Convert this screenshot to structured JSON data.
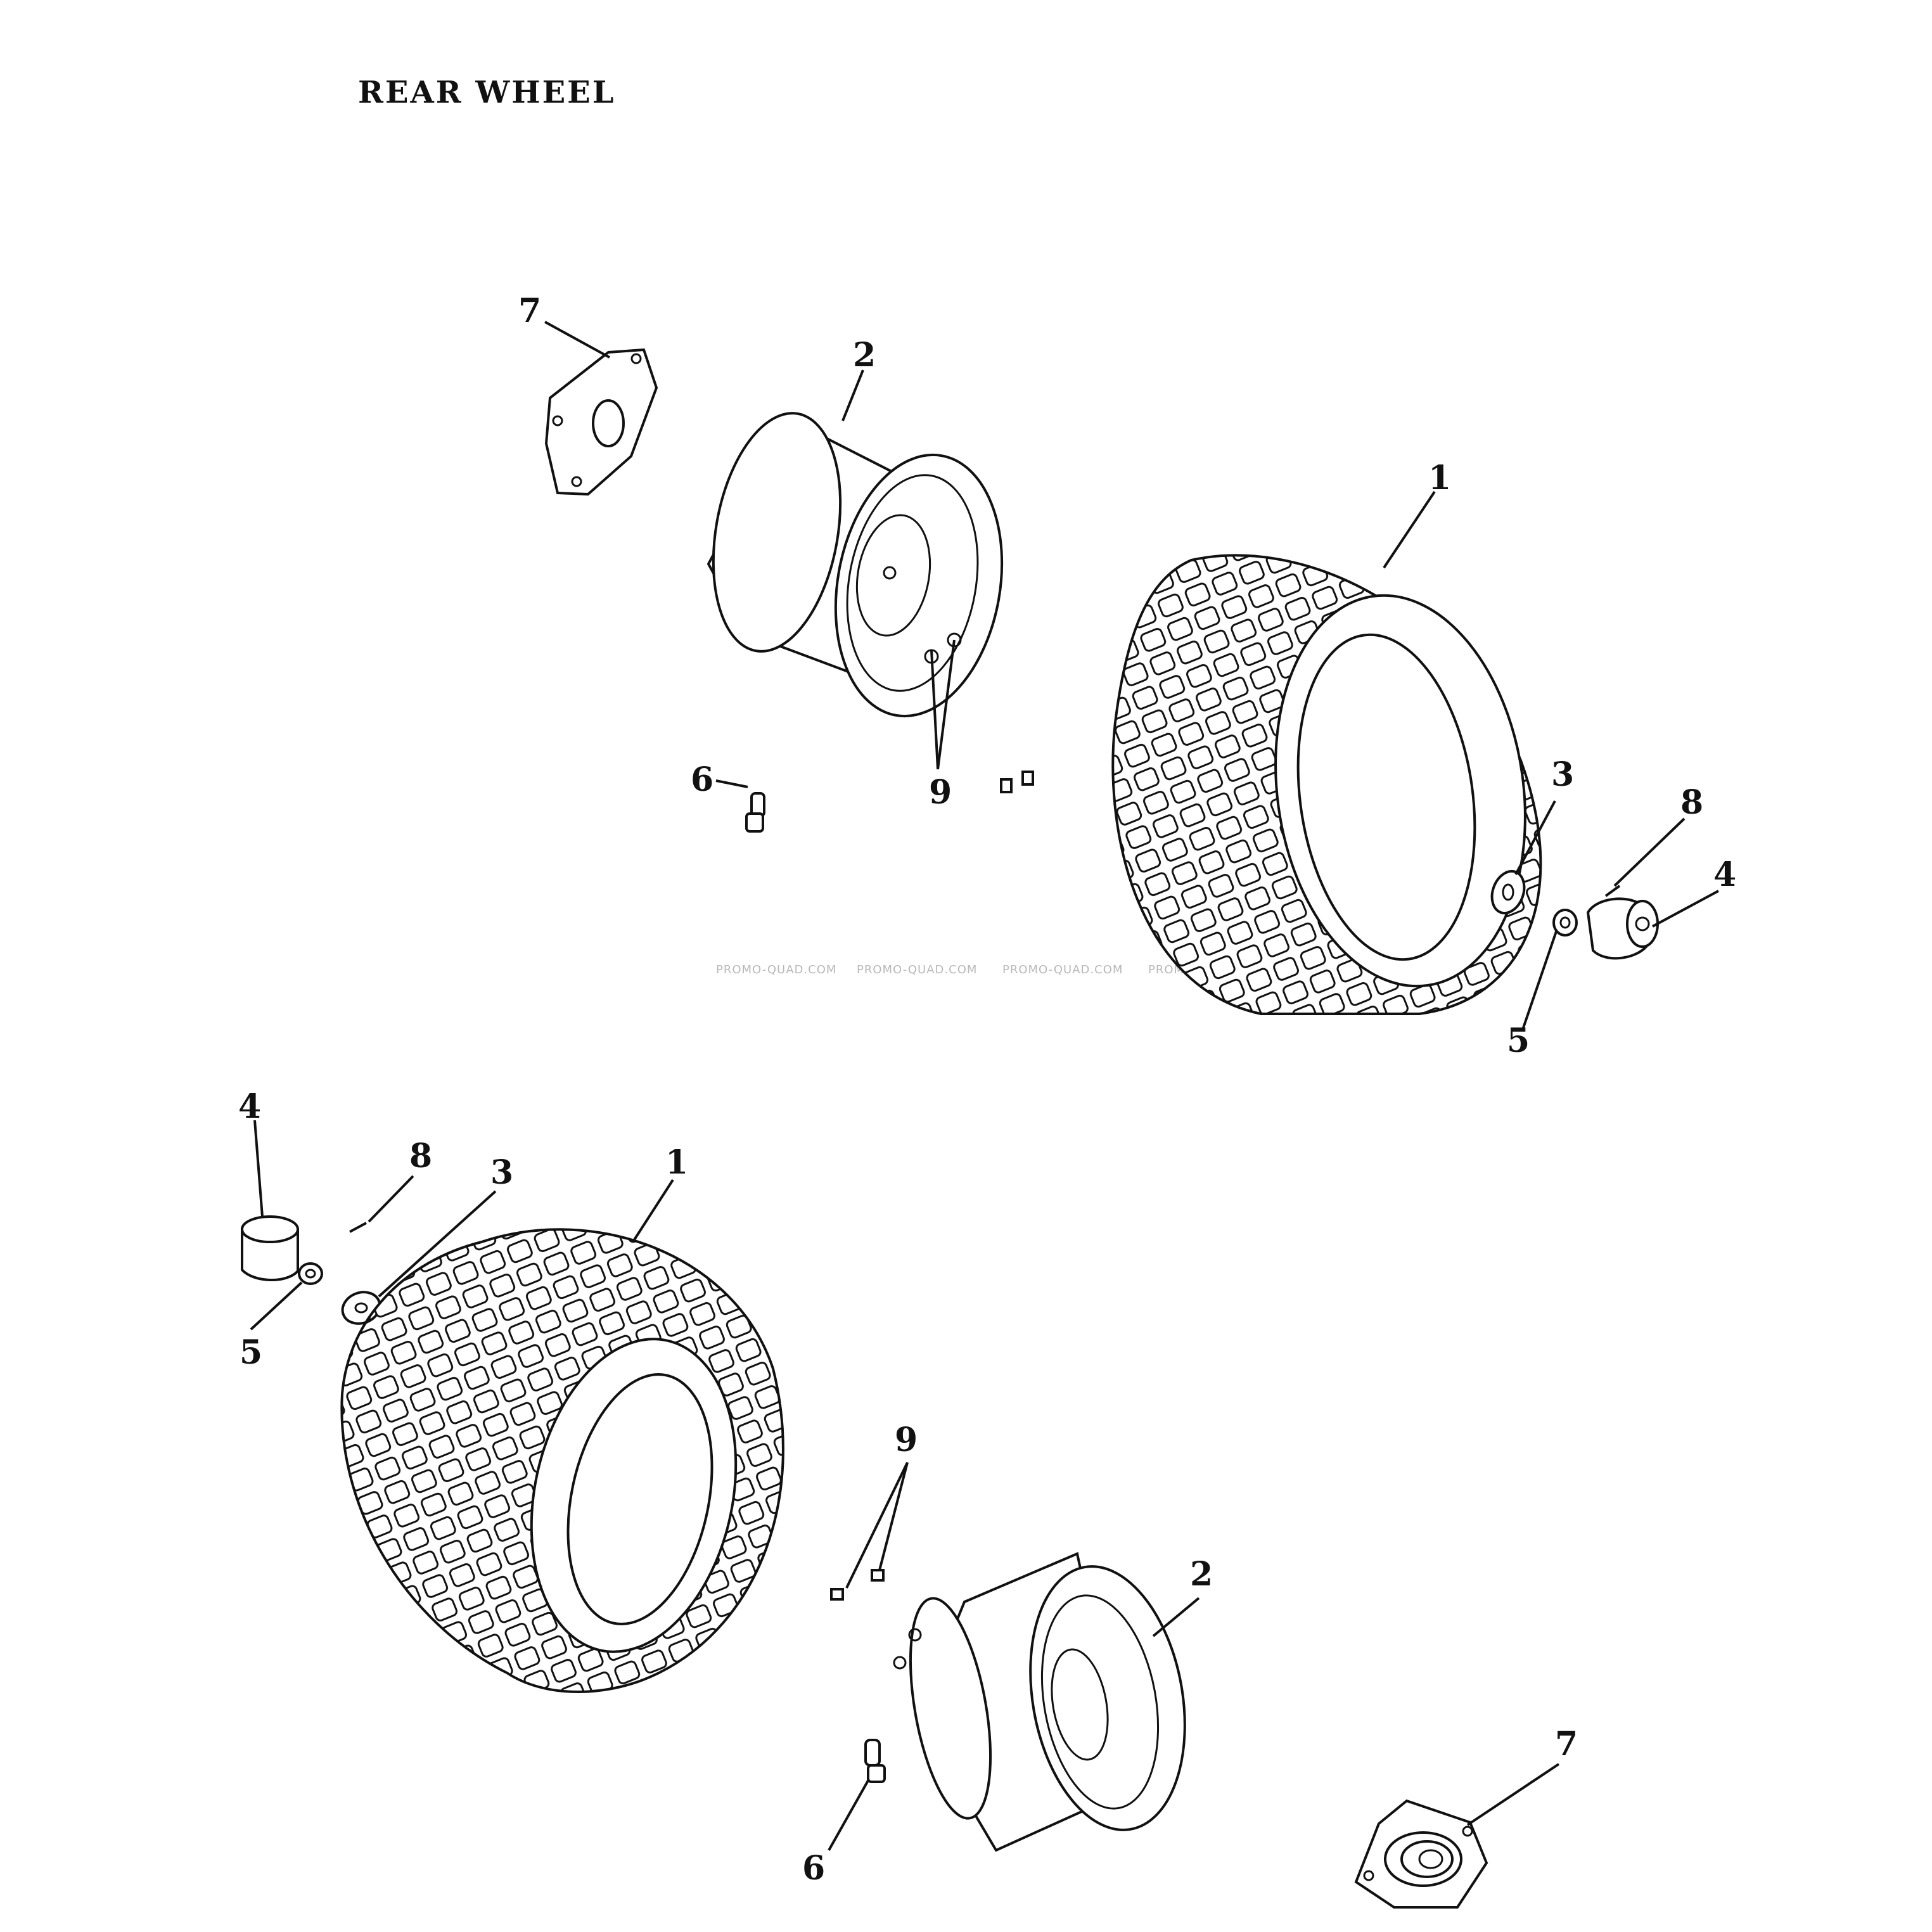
{
  "title": "REAR WHEEL",
  "watermark": {
    "text_1": "PROMO-QUAD.COM",
    "text_2": "PROMO-QUAD.COM",
    "text_3": "PROMO-QUAD.COM",
    "text_4": "PROMO-QU"
  },
  "callouts": {
    "upper_7": "7",
    "upper_2": "2",
    "upper_1": "1",
    "upper_9": "9",
    "upper_6": "6",
    "upper_3": "3",
    "upper_8": "8",
    "upper_4": "4",
    "upper_5": "5",
    "lower_4": "4",
    "lower_8": "8",
    "lower_3": "3",
    "lower_1": "1",
    "lower_5": "5",
    "lower_9": "9",
    "lower_2": "2",
    "lower_7": "7",
    "lower_6": "6"
  },
  "parts": [
    "tire",
    "rim",
    "washer",
    "hub-cap",
    "lock-nut",
    "valve-stem",
    "hub-flange",
    "cotter-pin",
    "rim-bolt"
  ]
}
